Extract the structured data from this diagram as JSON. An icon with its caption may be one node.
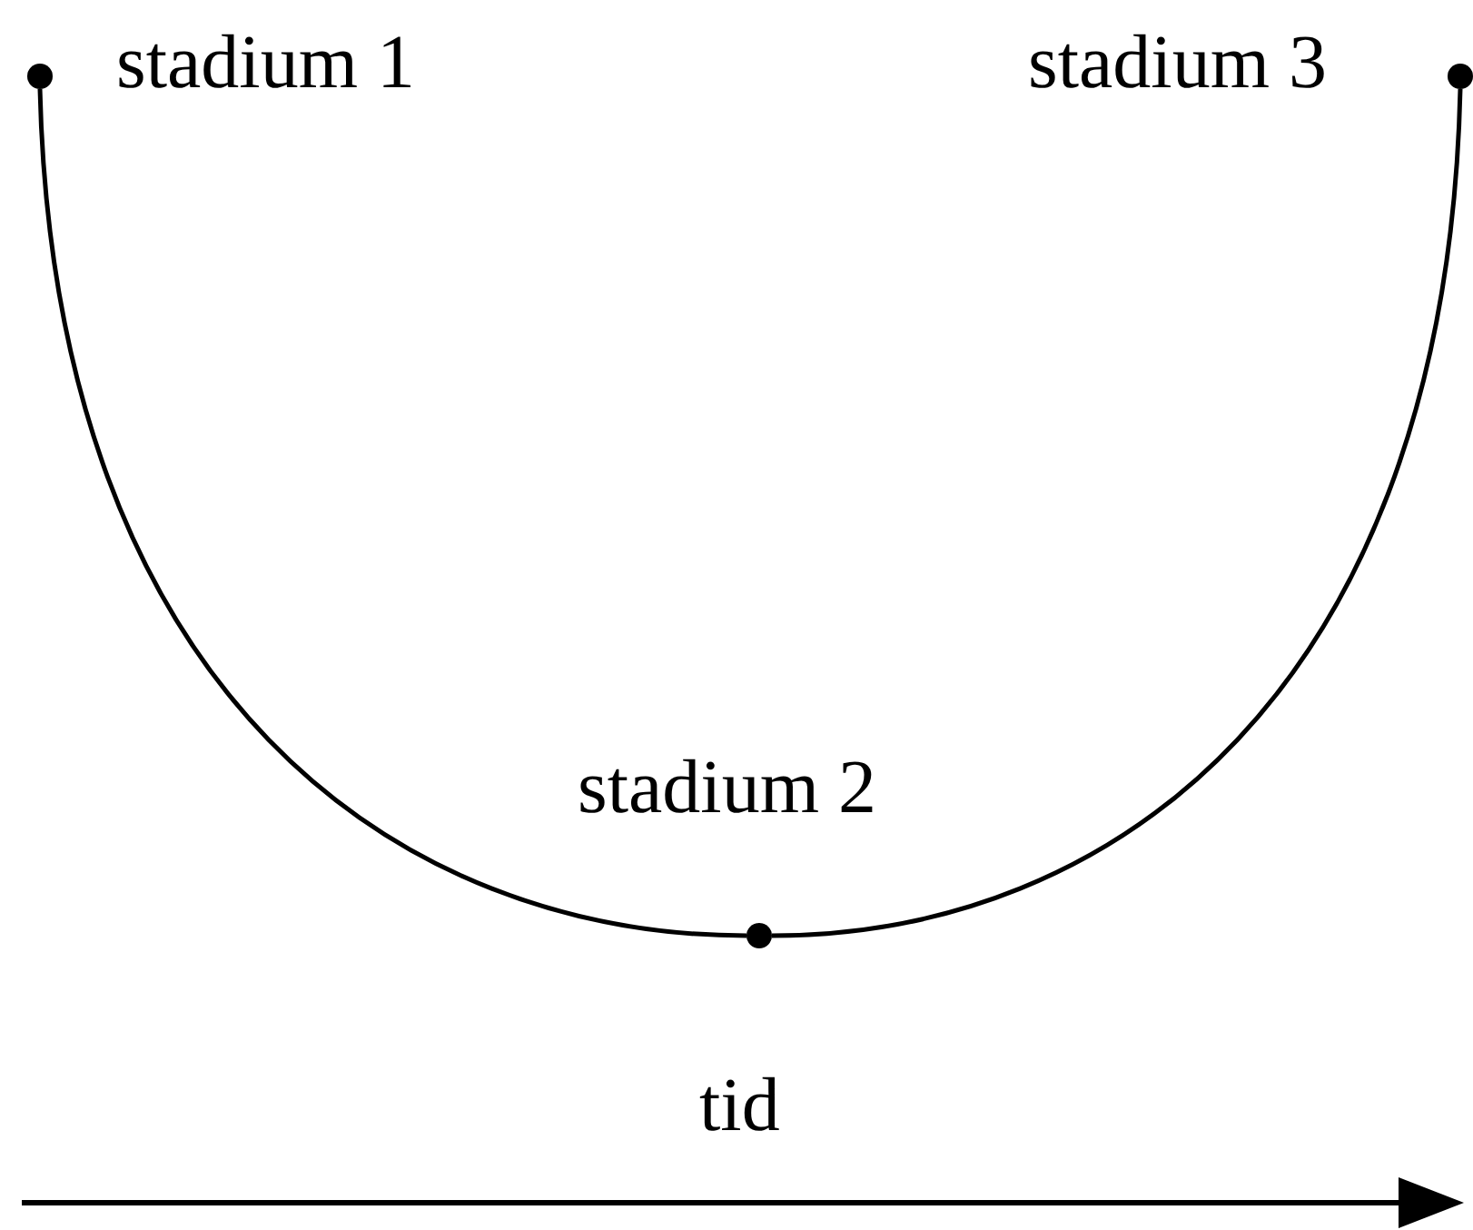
{
  "diagram": {
    "nodes": [
      {
        "text": [],
        "shape": "circle",
        "beside": [
          "stadium 1"
        ]
      },
      {
        "text": [],
        "shape": "circle",
        "beside": [
          "stadium 2"
        ]
      },
      {
        "text": [],
        "shape": "circle",
        "beside": [
          "stadium 3"
        ]
      }
    ],
    "edges": [
      {
        "from": 0,
        "to": 1,
        "arrow": "none"
      },
      {
        "from": 1,
        "to": 2,
        "arrow": "none"
      }
    ],
    "labels": [
      "tid"
    ]
  }
}
